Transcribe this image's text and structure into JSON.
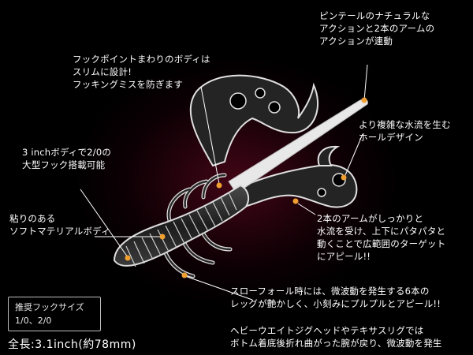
{
  "callouts": {
    "pintail": "ピンテールのナチュラルな\nアクションと2本のアームの\nアクションが連動",
    "hook_point": "フックポイントまわりのボディは\nスリムに設計!\nフッキングミスを防ぎます",
    "hole_design": "より複雑な水流を生む\nホールデザイン",
    "large_hook": "3 inchボディで2/0の\n大型フック搭載可能",
    "soft_material": "粘りのある\nソフトマテリアルボディ",
    "arms": "2本のアームがしっかりと\n水流を受け、上下にパタパタと\n動くことで広範囲のターゲット\nにアピール!!",
    "slow_fall": "スローフォール時には、微波動を発生する6本の\nレッグが艶かしく、小刻みにプルプルとアピール!!",
    "heavy": "ヘビーウエイトジグヘッドやテキサスリグでは\nボトム着底後折れ曲がった腕が戻り、微波動を発生"
  },
  "hook_size": {
    "title": "推奨フックサイズ",
    "value": "1/0、2/0"
  },
  "length": "全長:3.1inch(約78mm)",
  "colors": {
    "background": "#000000",
    "accent_dot": "#f0a030",
    "lure_body": "#2a2a2a",
    "lure_outline": "#dcdcdc"
  }
}
